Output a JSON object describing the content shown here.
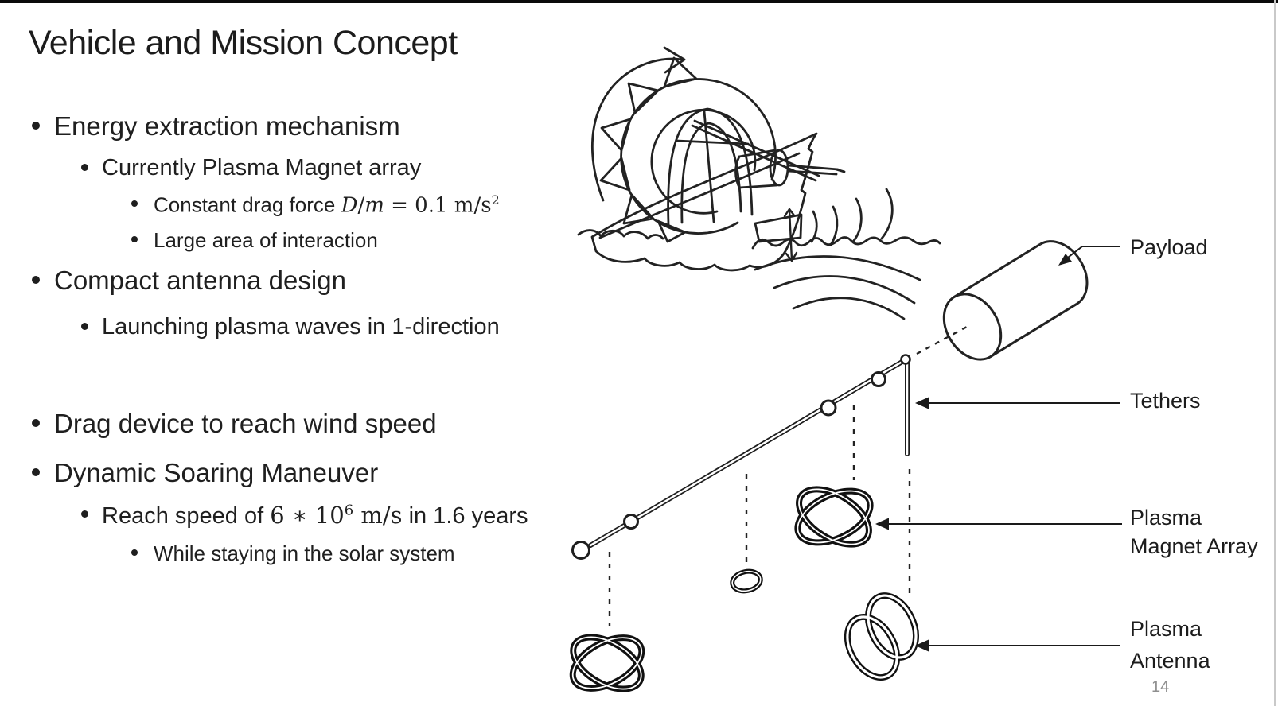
{
  "slide": {
    "title": "Vehicle and Mission Concept",
    "page_number": "14"
  },
  "bullets": {
    "energy_extraction": "Energy extraction mechanism",
    "currently_plasma": "Currently Plasma Magnet array",
    "large_area": "Large area of interaction",
    "compact_antenna": "Compact antenna design",
    "launching_waves": "Launching plasma waves in 1-direction",
    "drag_device": "Drag device to reach wind speed",
    "dynamic_soaring": "Dynamic Soaring Maneuver",
    "while_staying": "While staying in the solar system"
  },
  "math": {
    "drag": {
      "prefix": "Constant drag force ",
      "var1": "D",
      "slash": "/",
      "var2": "m",
      "rest": " = 0.1 m/s",
      "sup": "2"
    },
    "speed": {
      "prefix": "Reach speed of ",
      "base": "6 ∗ 10",
      "sup": "6",
      "unit": " m/s",
      "suffix": " in 1.6 years"
    }
  },
  "diagram": {
    "labels": {
      "payload": "Payload",
      "tethers": "Tethers",
      "plasma_magnet_line1": "Plasma",
      "plasma_magnet_line2": "Magnet Array",
      "plasma_antenna_line1": "Plasma",
      "plasma_antenna_line2": "Antenna"
    }
  },
  "colors": {
    "ink": "#1f1f1f",
    "sketch_stroke": "#222222",
    "muted": "#8f8f8f"
  }
}
